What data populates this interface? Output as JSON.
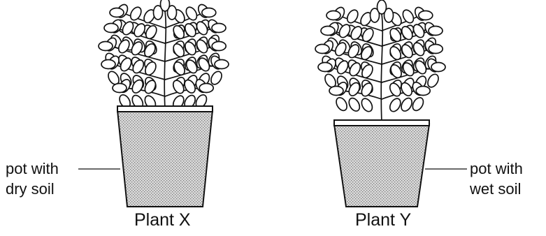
{
  "plants": [
    {
      "id": "x",
      "caption": "Plant X",
      "pot_label_line1": "pot with",
      "pot_label_line2": "dry soil",
      "label_side": "left"
    },
    {
      "id": "y",
      "caption": "Plant Y",
      "pot_label_line1": "pot with",
      "pot_label_line2": "wet soil",
      "label_side": "right"
    }
  ]
}
